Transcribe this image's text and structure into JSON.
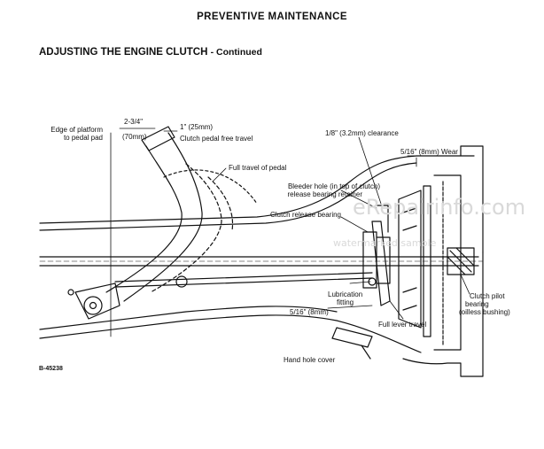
{
  "header": {
    "title": "PREVENTIVE MAINTENANCE"
  },
  "section": {
    "title": "ADJUSTING THE ENGINE CLUTCH",
    "continued": "- Continued"
  },
  "labels": {
    "edge_platform_1": "Edge of platform",
    "edge_platform_2": "to pedal pad",
    "dim_234_1": "2-3/4\"",
    "dim_234_2": "(70mm)",
    "dim_1in": "1\" (25mm)",
    "free_travel": "Clutch pedal free travel",
    "full_travel": "Full travel of pedal",
    "clearance": "1/8\" (3.2mm) clearance",
    "wear": "5/16\" (8mm) Wear",
    "bleeder_1": "Bleeder hole (in top of clutch)",
    "bleeder_2": "release bearing retainer",
    "release_bearing": "Clutch release bearing",
    "lube_1": "Lubrication",
    "lube_2": "fitting",
    "dim_516": "5/16\" (8mm)",
    "full_lever": "Full lever travel",
    "pilot_1": "Clutch pilot",
    "pilot_2": "bearing",
    "pilot_3": "(oilless bushing)",
    "hand_hole": "Hand hole cover",
    "fig_id": "B-45238"
  },
  "watermark": {
    "text1": "eRepairinfo.com",
    "text2": "watermarked sample"
  }
}
